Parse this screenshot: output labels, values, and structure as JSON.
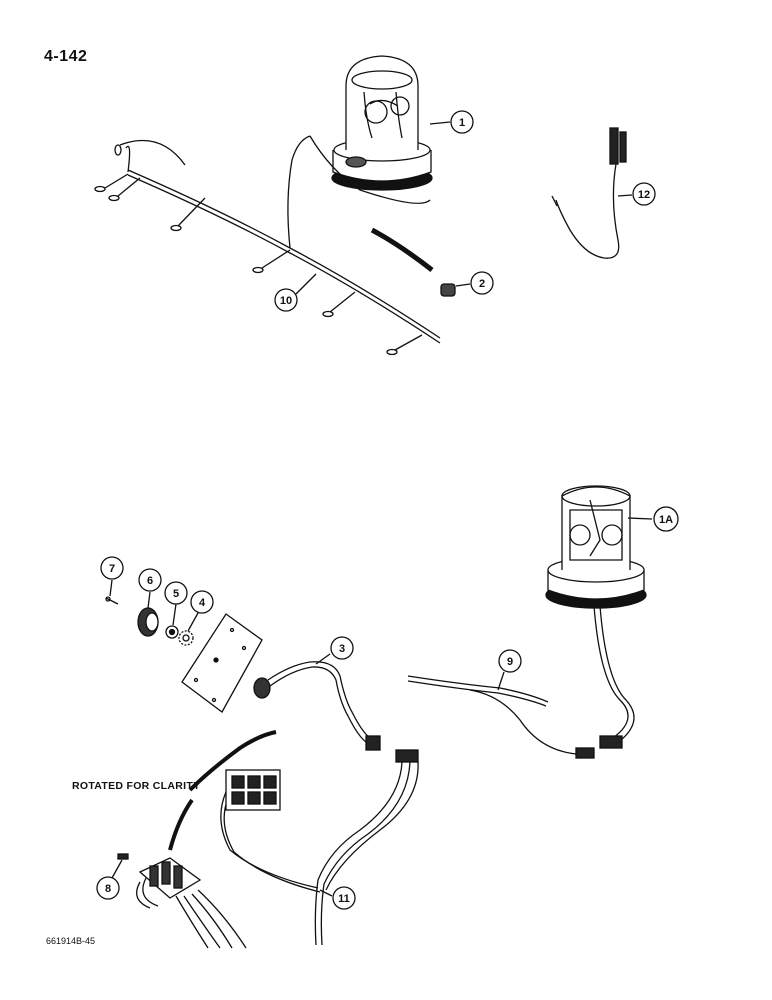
{
  "page_number": "4-142",
  "document_code": "661914B-45",
  "note": "ROTATED FOR CLARITY",
  "callouts": {
    "c1": "1",
    "c1a": "1A",
    "c2": "2",
    "c3": "3",
    "c4": "4",
    "c5": "5",
    "c6": "6",
    "c7": "7",
    "c8": "8",
    "c9": "9",
    "c10": "10",
    "c11": "11",
    "c12": "12"
  }
}
